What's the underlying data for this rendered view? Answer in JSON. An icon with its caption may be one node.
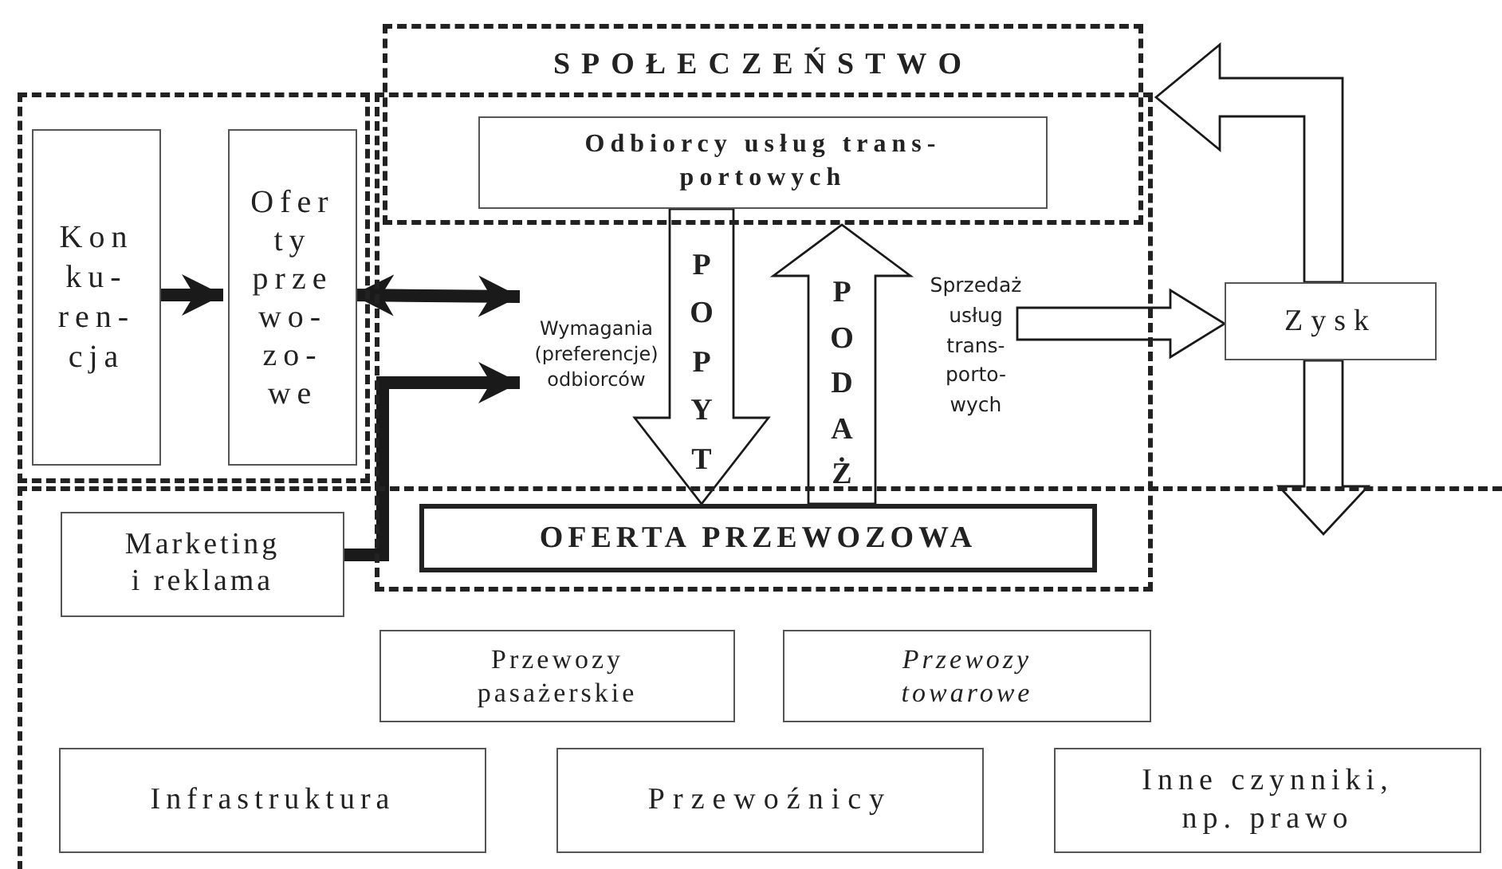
{
  "diagram": {
    "nodes": [
      {
        "text": [
          "SPOŁECZEŃSTWO"
        ]
      },
      {
        "text": [],
        "shape": "box"
      },
      {
        "text": [],
        "shape": "box"
      },
      {
        "text": [],
        "shape": "box"
      },
      {
        "text": [
          "Odbiorcy usług trans- portowych"
        ]
      },
      {
        "text": [
          "Kon ku- ren- cja"
        ],
        "in": 2
      },
      {
        "text": [
          "Ofer ty prze wo- zo- we"
        ],
        "in": 2
      },
      {
        "text": [
          "Wymagania (preferencje) odbiorców"
        ],
        "in": 1
      },
      {
        "text": [
          "Zysk"
        ]
      },
      {
        "text": [
          "Marketing i reklama"
        ],
        "in": 3
      },
      {
        "text": [
          "OFERTA PRZEWOZOWA"
        ]
      },
      {
        "text": [
          "Przewozy pasażerskie"
        ],
        "in": 3
      },
      {
        "text": [
          "Przewozy towarowe"
        ],
        "in": 3
      },
      {
        "text": [
          "Infrastruktura"
        ],
        "in": 3
      },
      {
        "text": [
          "Przewoźnicy"
        ],
        "in": 3
      },
      {
        "text": [
          "Inne czynniki, np. prawo"
        ],
        "in": 3
      }
    ],
    "edges": [
      {
        "from": 5,
        "to": 6,
        "arrow": "to"
      },
      {
        "from": 6,
        "to": 7,
        "arrow": "both"
      },
      {
        "from": 9,
        "to": 7,
        "arrow": "to"
      },
      {
        "from": 4,
        "to": 10,
        "arrow": "to",
        "label": "POPYT"
      },
      {
        "from": 10,
        "to": 4,
        "arrow": "to",
        "label": "PODAŻ"
      },
      {
        "from": null,
        "to": 8,
        "arrow": "to",
        "label": "Sprzedaż usług trans- porto- wych"
      },
      {
        "from": 8,
        "to": 0,
        "arrow": "to"
      },
      {
        "from": 8,
        "to": 3,
        "arrow": "to"
      }
    ]
  }
}
